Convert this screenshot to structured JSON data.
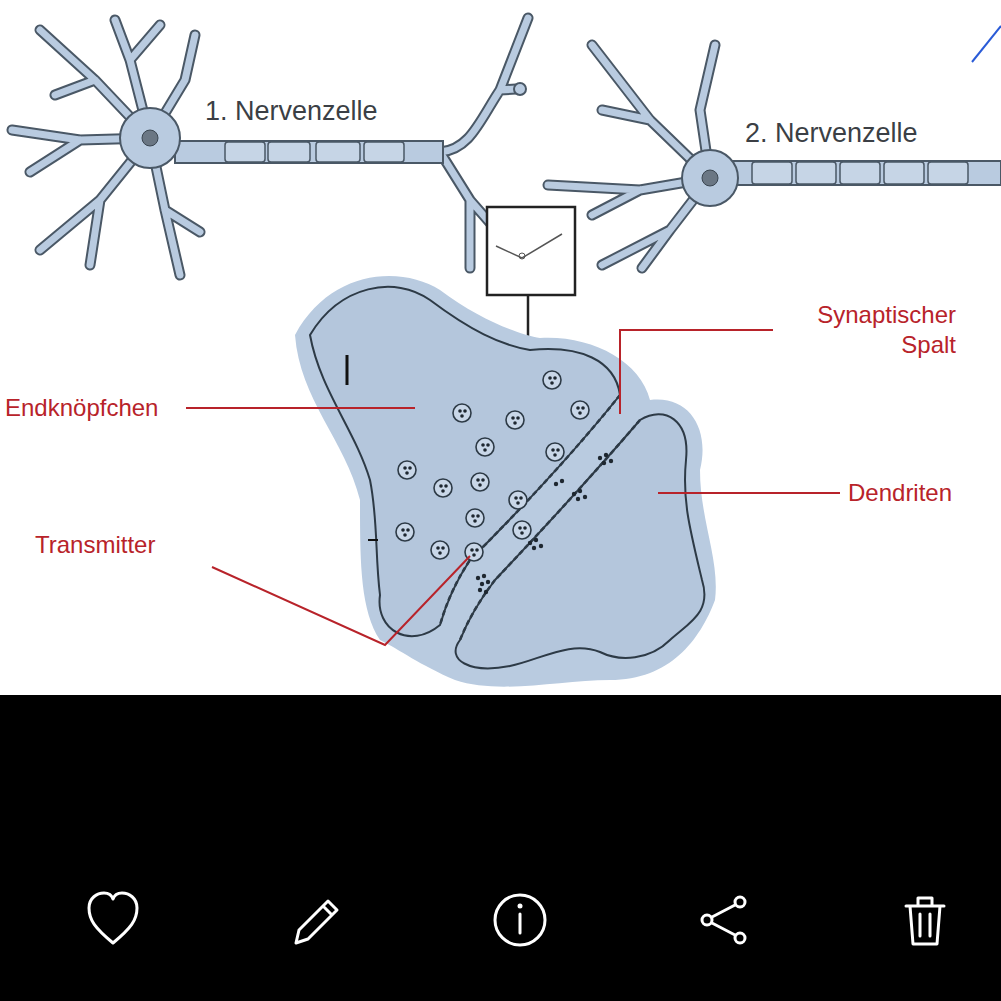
{
  "diagram": {
    "labels": [
      "1. Nervenzelle",
      "2. Nervenzelle",
      "Synaptischer Spalt",
      "Endknöpfchen",
      "Dendriten",
      "Transmitter"
    ]
  }
}
